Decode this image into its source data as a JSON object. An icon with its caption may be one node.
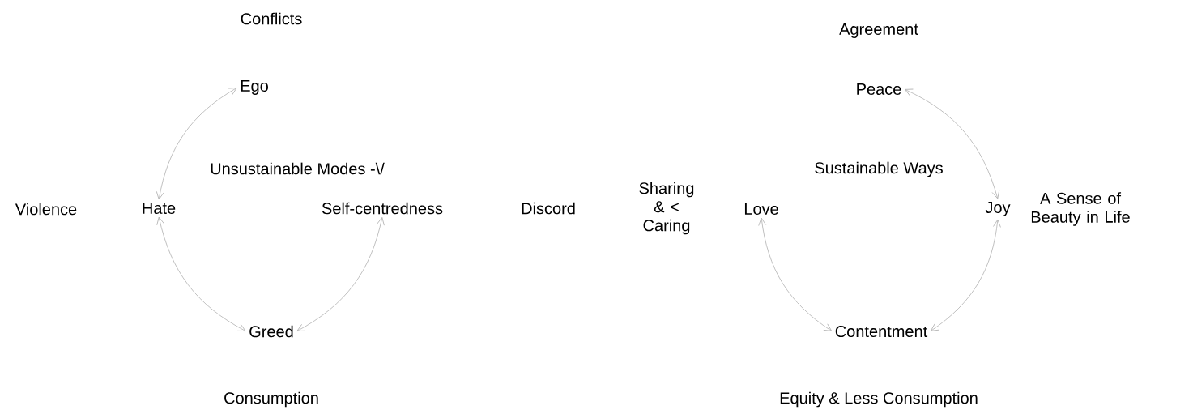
{
  "diagram": {
    "nodes": [
      {
        "text": [
          "Ego"
        ]
      },
      {
        "text": [
          "Hate"
        ]
      },
      {
        "text": [
          "Self-centredness"
        ]
      },
      {
        "text": [
          "Greed"
        ]
      },
      {
        "text": [
          "Peace"
        ]
      },
      {
        "text": [
          "Love"
        ]
      },
      {
        "text": [
          "Joy"
        ]
      },
      {
        "text": [
          "Contentment"
        ]
      }
    ],
    "edges": [
      {
        "from": 0,
        "to": 1,
        "arrow": "both"
      },
      {
        "from": 1,
        "to": 3,
        "arrow": "both"
      },
      {
        "from": 3,
        "to": 2,
        "arrow": "both"
      },
      {
        "from": 4,
        "to": 6,
        "arrow": "both"
      },
      {
        "from": 5,
        "to": 7,
        "arrow": "both"
      },
      {
        "from": 7,
        "to": 6,
        "arrow": "both"
      }
    ],
    "labels": [
      "Conflicts",
      "Agreement",
      "Unsustainable Modes -\\/",
      "Sustainable Ways",
      "Violence",
      "Discord",
      "Sharing & < Caring",
      "A Sense of Beauty in Life",
      "Consumption",
      "Equity & Less Consumption"
    ]
  }
}
